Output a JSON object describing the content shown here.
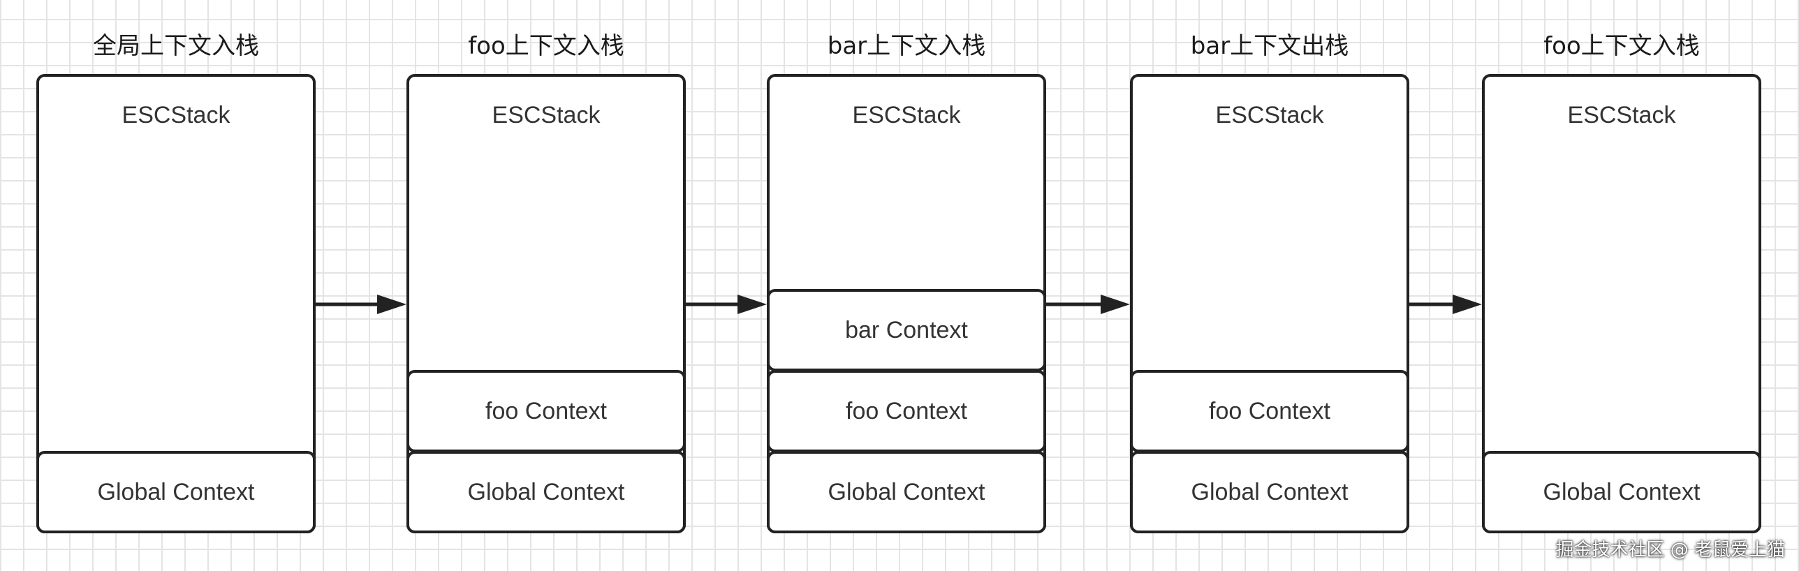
{
  "stages": [
    {
      "title": "全局上下文入栈",
      "stack_label": "ESCStack",
      "contexts": [
        "Global Context"
      ]
    },
    {
      "title": "foo上下文入栈",
      "stack_label": "ESCStack",
      "contexts": [
        "Global Context",
        "foo Context"
      ]
    },
    {
      "title": "bar上下文入栈",
      "stack_label": "ESCStack",
      "contexts": [
        "Global Context",
        "foo Context",
        "bar Context"
      ]
    },
    {
      "title": "bar上下文出栈",
      "stack_label": "ESCStack",
      "contexts": [
        "Global Context",
        "foo Context"
      ]
    },
    {
      "title": "foo上下文入栈",
      "stack_label": "ESCStack",
      "contexts": [
        "Global Context"
      ]
    }
  ],
  "watermark": "掘金技术社区 @ 老鼠爱上猫"
}
